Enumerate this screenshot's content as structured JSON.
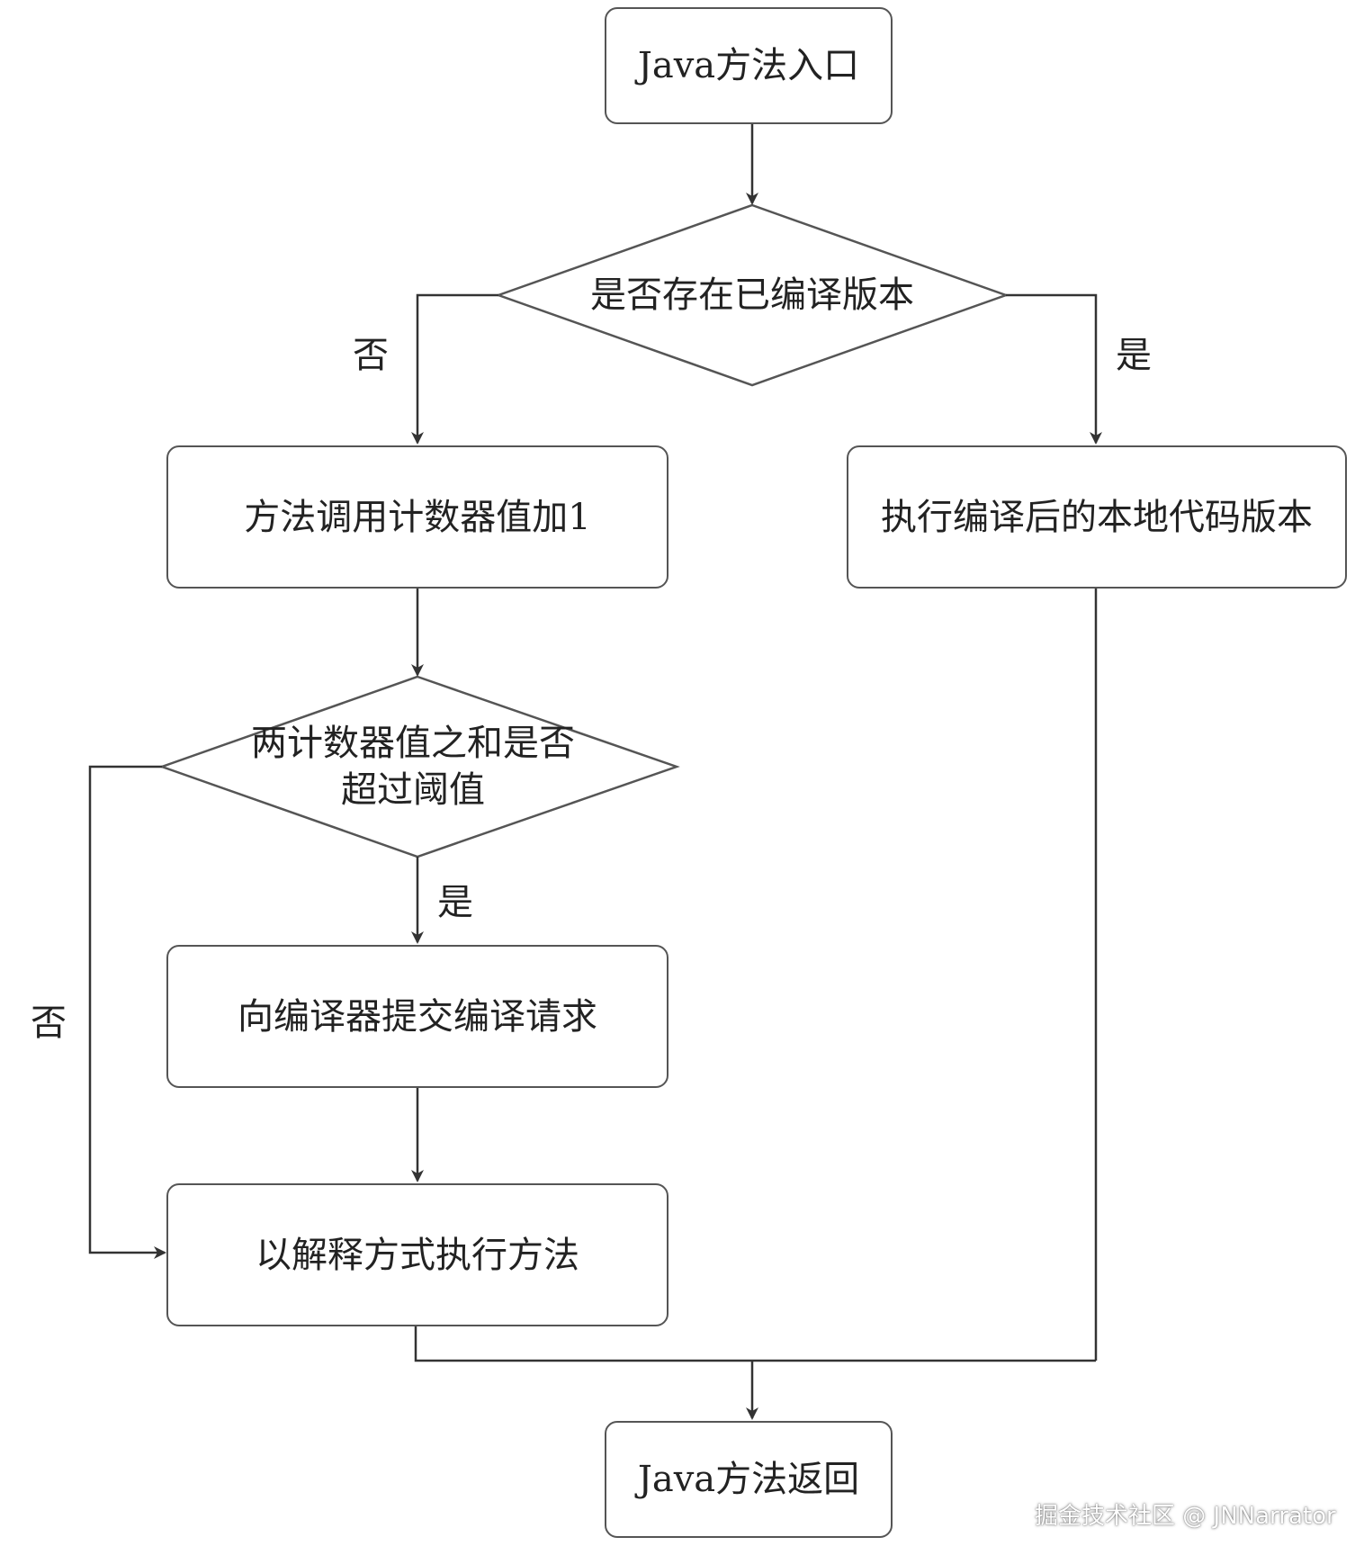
{
  "nodes": {
    "start": "Java方法入口",
    "check_compiled": "是否存在已编译版本",
    "increment_counter": "方法调用计数器值加1",
    "run_native": "执行编译后的本地代码版本",
    "check_threshold_line1": "两计数器值之和是否",
    "check_threshold_line2": "超过阈值",
    "submit_compile": "向编译器提交编译请求",
    "interpret": "以解释方式执行方法",
    "end": "Java方法返回"
  },
  "edge_labels": {
    "compiled_no": "否",
    "compiled_yes": "是",
    "threshold_yes": "是",
    "threshold_no": "否"
  },
  "watermark": "掘金技术社区 @ JNNarrator",
  "colors": {
    "stroke": "#555555",
    "text": "#222222",
    "background": "#ffffff"
  }
}
